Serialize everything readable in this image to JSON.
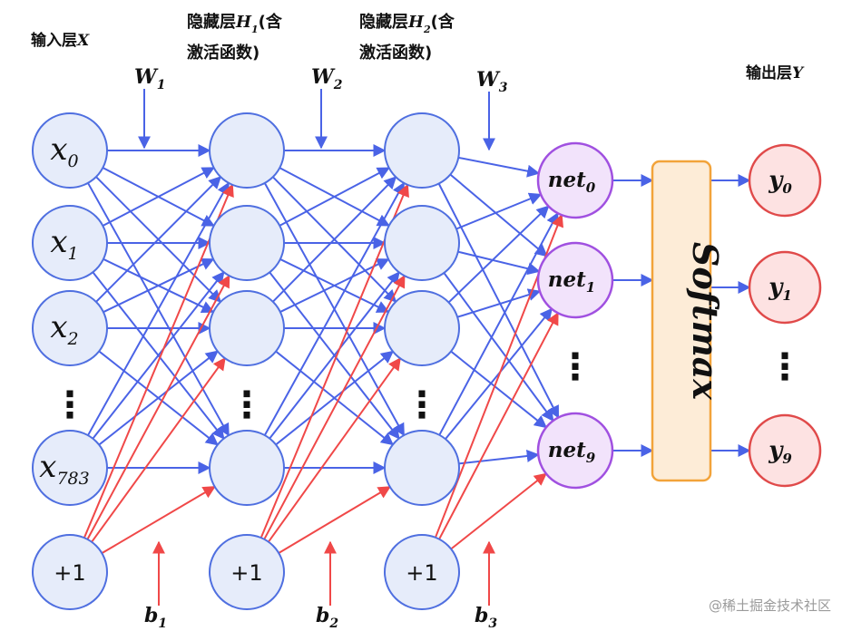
{
  "labels": {
    "input_layer": "输入层X",
    "hidden1_line1": "隐藏层H1(含",
    "hidden1_line2": "激活函数)",
    "hidden2_line1": "隐藏层H2(含",
    "hidden2_line2": "激活函数)",
    "output_layer": "输出层Y",
    "w1": "W1",
    "w2": "W2",
    "w3": "W3",
    "b1": "b1",
    "b2": "b2",
    "b3": "b3",
    "softmax": "Softmax",
    "watermark": "@稀土掘金技术社区"
  },
  "input_nodes": [
    "x0",
    "x1",
    "x2",
    "x783"
  ],
  "bias_label": "+1",
  "net_nodes": [
    "net0",
    "net1",
    "net9"
  ],
  "output_nodes": [
    "y0",
    "y1",
    "y9"
  ],
  "ellipsis": "⋮",
  "colors": {
    "node_fill": "#e6ecfa",
    "node_stroke": "#4f6fe0",
    "weight_edge": "#4a63e6",
    "bias_edge": "#f04848",
    "net_fill": "#f2e3fb",
    "net_stroke": "#a050e0",
    "softmax_fill": "#fdecd7",
    "softmax_stroke": "#f2a33a",
    "output_fill": "#fde2e2",
    "output_stroke": "#e04a4a",
    "watermark": "#9a9a9a"
  }
}
